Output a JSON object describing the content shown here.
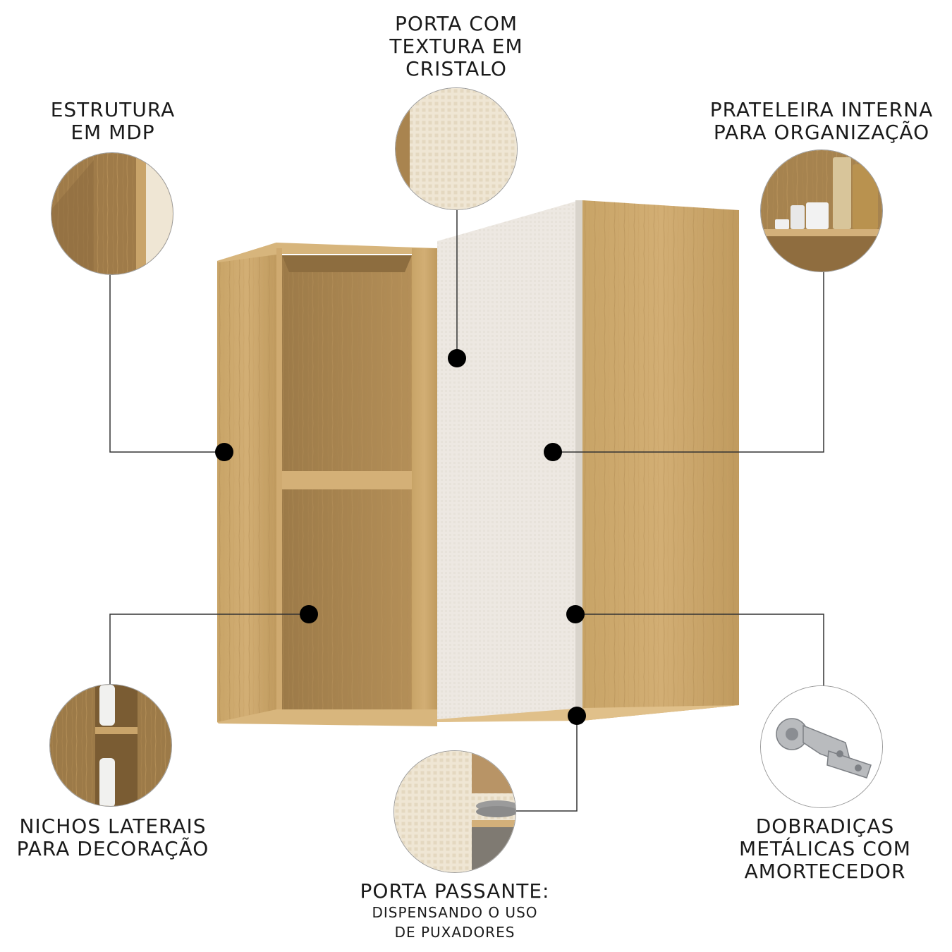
{
  "callouts": {
    "porta_textura": {
      "lines": [
        "PORTA COM",
        "TEXTURA EM",
        "CRISTALO"
      ]
    },
    "estrutura": {
      "lines": [
        "ESTRUTURA",
        "EM MDP"
      ]
    },
    "prateleira": {
      "lines": [
        "PRATELEIRA INTERNA",
        "PARA ORGANIZAÇÃO"
      ]
    },
    "nichos": {
      "lines": [
        "NICHOS LATERAIS",
        "PARA DECORAÇÃO"
      ]
    },
    "dobradicas": {
      "lines": [
        "DOBRADIÇAS",
        "METÁLICAS COM",
        "AMORTECEDOR"
      ]
    },
    "porta_passante": {
      "title": "PORTA PASSANTE:",
      "sub": [
        "DISPENSANDO O USO",
        "DE PUXADORES"
      ]
    }
  },
  "colors": {
    "wood": "#c9a46a",
    "wood_dark": "#a98650",
    "door": "#e9e5df",
    "dot": "#000000",
    "line": "#333333"
  }
}
